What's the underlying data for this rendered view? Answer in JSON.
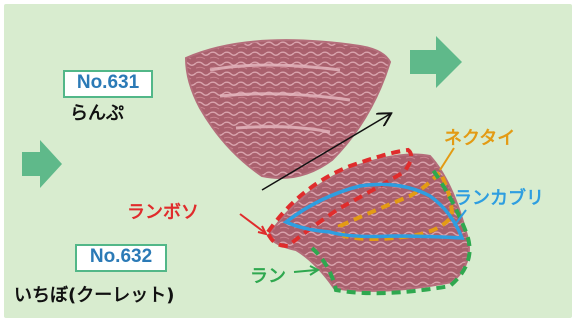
{
  "colors": {
    "background": "#d8eccf",
    "green_arrow": "#5fb98a",
    "number_text": "#2b7ab6",
    "number_border": "#52b788",
    "meat": "#a9606d",
    "ranbosou": "#e02c2c",
    "necktie": "#e39b14",
    "rankabri": "#2e9ee0",
    "ran": "#2fa84f"
  },
  "products": [
    {
      "number": "No.631",
      "name": "らんぷ"
    },
    {
      "number": "No.632",
      "name": "いちぼ(クーレット)"
    }
  ],
  "parts": {
    "ranbosou": "ランボソ",
    "necktie": "ネクタイ",
    "rankabri": "ランカブリ",
    "ran": "ラン"
  }
}
